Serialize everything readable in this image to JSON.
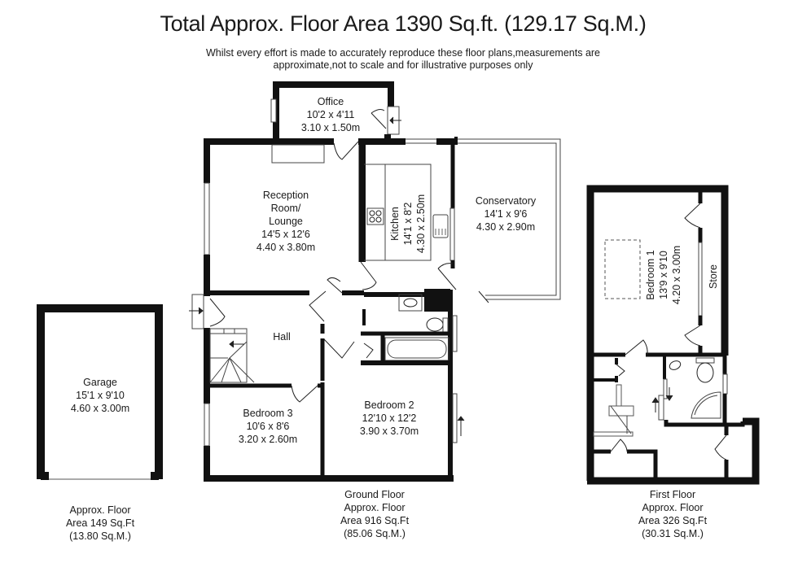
{
  "header": {
    "title": "Total Approx. Floor Area 1390 Sq.ft. (129.17 Sq.M.)",
    "disclaimer_line1": "Whilst every effort is made to accurately reproduce these floor plans,measurements are",
    "disclaimer_line2": "approximate,not to scale and for illustrative purposes only"
  },
  "garage": {
    "rooms": [
      {
        "name": "Garage",
        "imperial": "15'1 x 9'10",
        "metric": "4.60 x 3.00m"
      }
    ],
    "caption": {
      "line1": "Approx. Floor",
      "line2": "Area 149 Sq.Ft",
      "line3": "(13.80 Sq.M.)"
    }
  },
  "ground_floor": {
    "rooms": [
      {
        "name": "Office",
        "imperial": "10'2 x 4'11",
        "metric": "3.10 x 1.50m"
      },
      {
        "name_line1": "Reception",
        "name_line2": "Room/",
        "name_line3": "Lounge",
        "imperial": "14'5 x 12'6",
        "metric": "4.40 x 3.80m"
      },
      {
        "name": "Kitchen",
        "imperial": "14'1 x 8'2",
        "metric": "4.30 x 2.50m"
      },
      {
        "name": "Conservatory",
        "imperial": "14'1 x 9'6",
        "metric": "4.30 x 2.90m"
      },
      {
        "name": "Hall"
      },
      {
        "name": "Bedroom 3",
        "imperial": "10'6 x 8'6",
        "metric": "3.20 x 2.60m"
      },
      {
        "name": "Bedroom 2",
        "imperial": "12'10 x 12'2",
        "metric": "3.90 x 3.70m"
      }
    ],
    "caption": {
      "line1": "Ground Floor",
      "line2": "Approx. Floor",
      "line3": "Area 916 Sq.Ft",
      "line4": "(85.06 Sq.M.)"
    }
  },
  "first_floor": {
    "rooms": [
      {
        "name": "Bedroom 1",
        "imperial": "13'9 x 9'10",
        "metric": "4.20 x 3.00m"
      },
      {
        "name": "Store"
      }
    ],
    "caption": {
      "line1": "First Floor",
      "line2": "Approx. Floor",
      "line3": "Area 326 Sq.Ft",
      "line4": "(30.31 Sq.M.)"
    }
  },
  "colors": {
    "wall": "#111111",
    "line": "#333333",
    "background": "#ffffff"
  }
}
